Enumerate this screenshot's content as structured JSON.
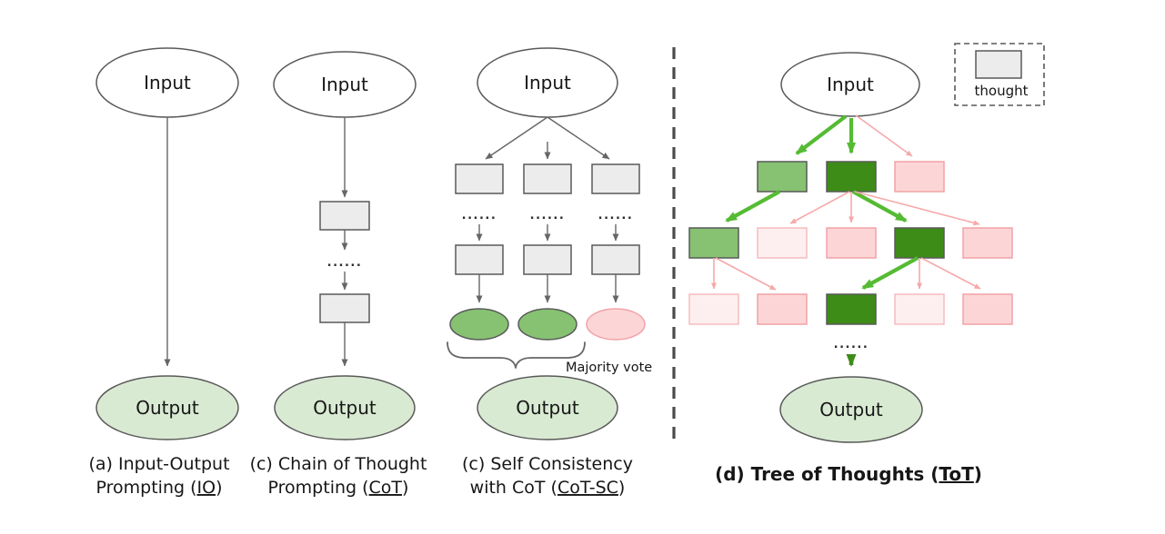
{
  "labels": {
    "input": "Input",
    "output": "Output",
    "dots": "......",
    "majority_vote": "Majority vote",
    "thought": "thought"
  },
  "captions": {
    "io": {
      "line1": "(a) Input-Output",
      "line2_pre": "Prompting (",
      "line2_u": "IO",
      "line2_post": ")"
    },
    "cot": {
      "line1": "(c) Chain of Thought",
      "line2_pre": "Prompting (",
      "line2_u": "CoT",
      "line2_post": ")"
    },
    "cotsc": {
      "line1": "(c) Self Consistency",
      "line2_pre": "with CoT (",
      "line2_u": "CoT-SC",
      "line2_post": ")"
    },
    "tot": {
      "pre": "(d) Tree of Thoughts (",
      "u": "ToT",
      "post": ")"
    }
  },
  "colors": {
    "text": "#161616",
    "node_outline": "#595959",
    "arrow_gray": "#666666",
    "divider": "#4a4a4a",
    "white_fill": "#ffffff",
    "output_fill": "#d9ead3",
    "thought_fill": "#ececec",
    "green_mid": "#86c271",
    "green_dark": "#3d8c18",
    "green_arrow": "#55bb33",
    "pink_fill": "#fcd6d7",
    "pink_light_fill": "#fdeff0",
    "pink_stroke": "#f2a2a6",
    "pink_light_stroke": "#f6bcbf",
    "pink_arrow": "#f7a8a8"
  },
  "cotsc": {
    "num_chains": 3,
    "result_states": [
      "green",
      "green",
      "pink"
    ]
  },
  "tot_tree": {
    "levels": [
      [
        "green_mid",
        "green_dark",
        "pink"
      ],
      [
        "green_mid",
        "pink_light",
        "pink",
        "green_dark",
        "pink"
      ],
      [
        "pink_light",
        "pink",
        "green_dark",
        "pink_light",
        "pink"
      ]
    ],
    "edges": [
      {
        "from": "input",
        "to": "L1-1",
        "style": "green"
      },
      {
        "from": "input",
        "to": "L1-2",
        "style": "green"
      },
      {
        "from": "input",
        "to": "L1-3",
        "style": "pink"
      },
      {
        "from": "L1-1",
        "to": "L2-1",
        "style": "green"
      },
      {
        "from": "L1-2",
        "to": "L2-2",
        "style": "pink"
      },
      {
        "from": "L1-2",
        "to": "L2-3",
        "style": "pink"
      },
      {
        "from": "L1-2",
        "to": "L2-4",
        "style": "green"
      },
      {
        "from": "L1-2",
        "to": "L2-5",
        "style": "pink"
      },
      {
        "from": "L2-1",
        "to": "L3-1",
        "style": "pink"
      },
      {
        "from": "L2-1",
        "to": "L3-2",
        "style": "pink"
      },
      {
        "from": "L2-4",
        "to": "L3-3",
        "style": "green"
      },
      {
        "from": "L2-4",
        "to": "L3-4",
        "style": "pink"
      },
      {
        "from": "L2-4",
        "to": "L3-5",
        "style": "pink"
      },
      {
        "from": "L3-3",
        "to": "output",
        "style": "dark_green"
      }
    ]
  }
}
